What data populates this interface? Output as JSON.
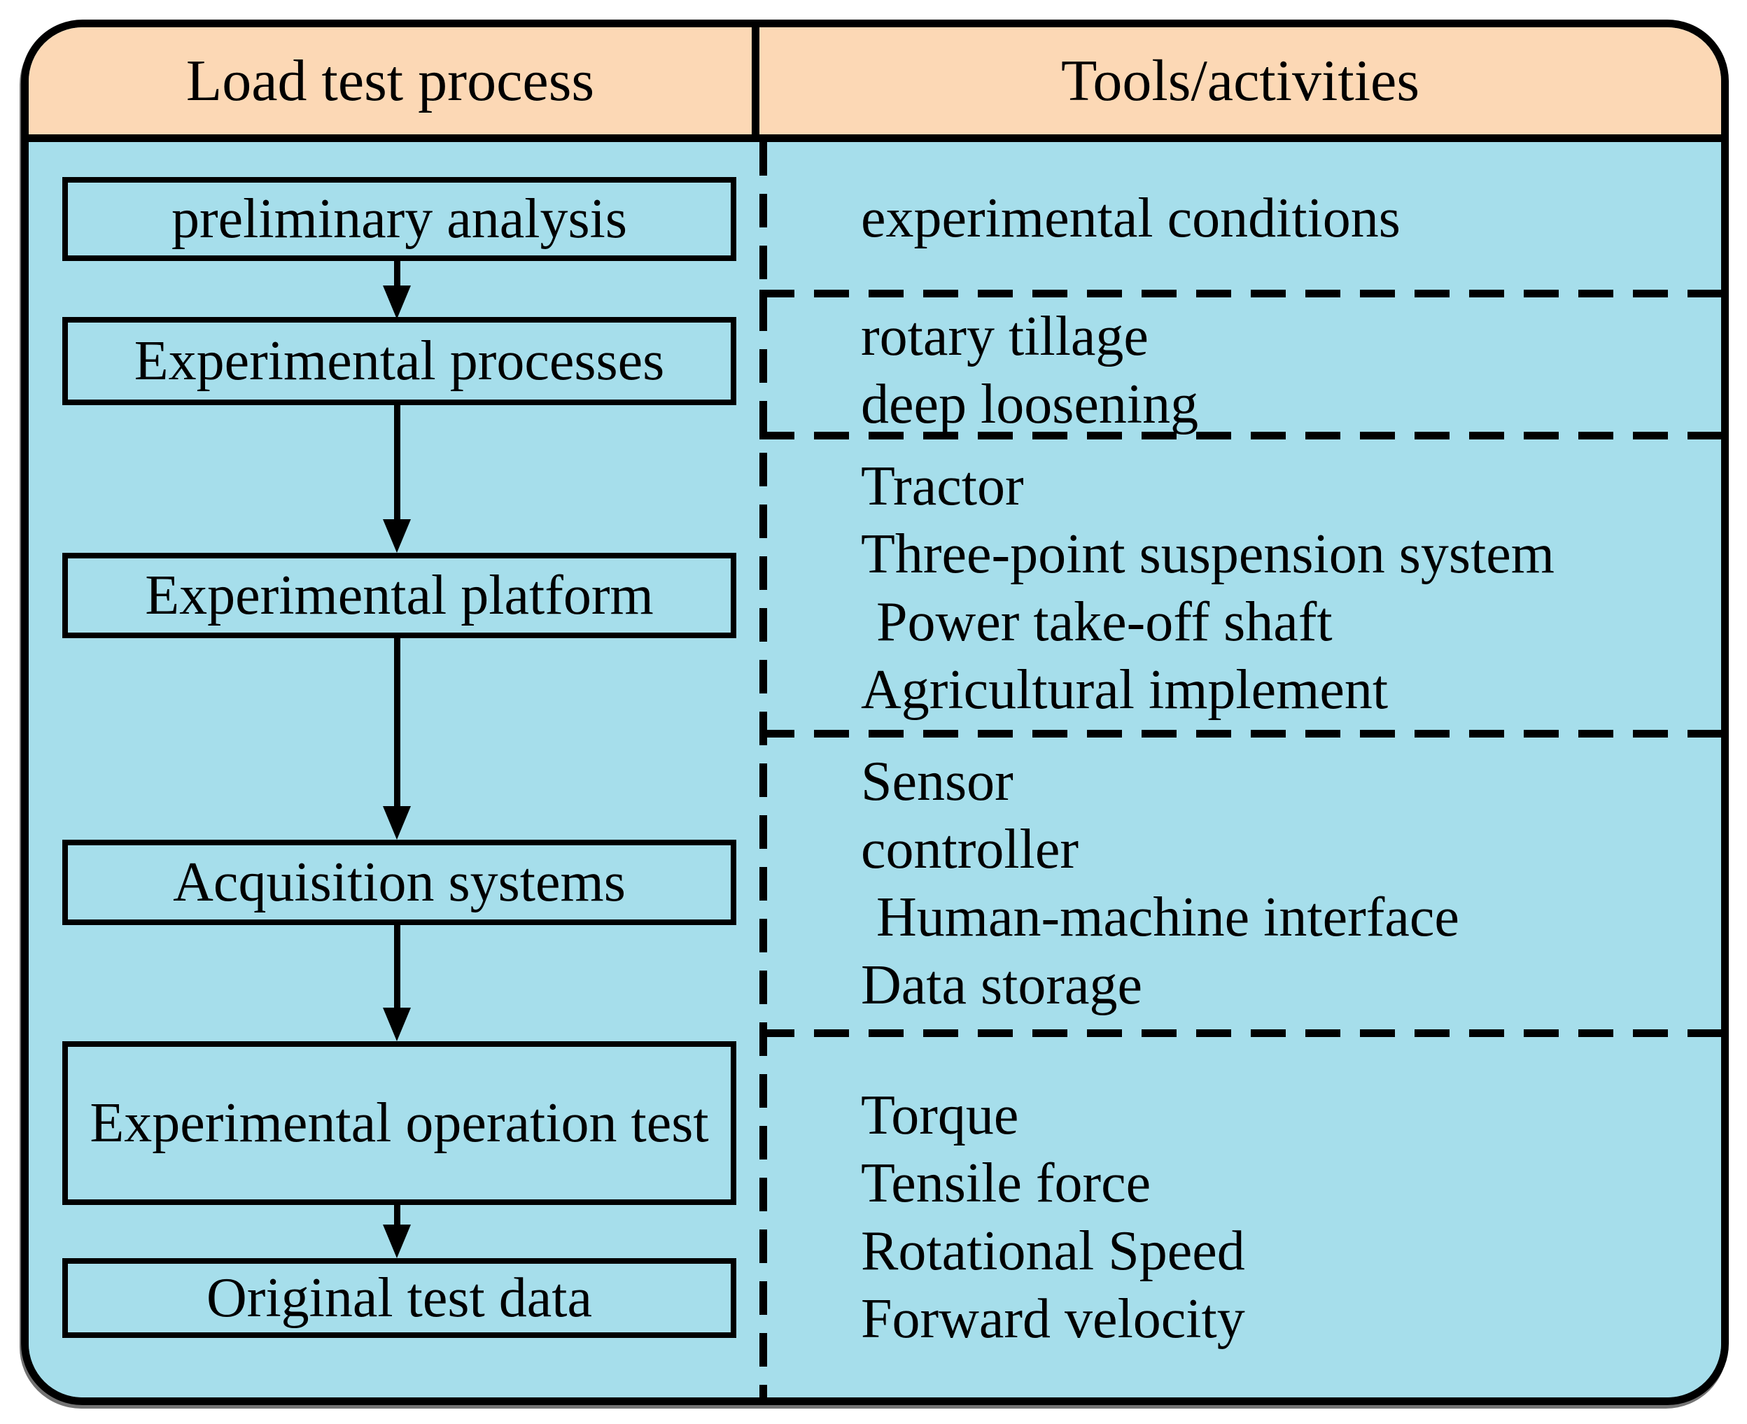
{
  "header": {
    "left": "Load test process",
    "right": "Tools/activities"
  },
  "flow_steps": [
    {
      "label": "preliminary analysis"
    },
    {
      "label": "Experimental processes"
    },
    {
      "label": "Experimental platform"
    },
    {
      "label": "Acquisition systems"
    },
    {
      "label": "Experimental operation test"
    },
    {
      "label": "Original test data"
    }
  ],
  "tool_sections": [
    {
      "items": [
        "experimental conditions"
      ]
    },
    {
      "items": [
        "rotary tillage",
        "deep loosening"
      ]
    },
    {
      "items": [
        "Tractor",
        "Three-point suspension system",
        "Power take-off shaft",
        "Agricultural implement"
      ]
    },
    {
      "items": [
        "Sensor",
        "controller",
        "Human-machine interface",
        "Data storage"
      ]
    },
    {
      "items": [
        "Torque",
        "Tensile force",
        "Rotational Speed",
        "Forward velocity"
      ]
    }
  ],
  "colors": {
    "header_bg": "#FCD8B5",
    "body_bg": "#A6DEEB",
    "line": "#000000"
  }
}
